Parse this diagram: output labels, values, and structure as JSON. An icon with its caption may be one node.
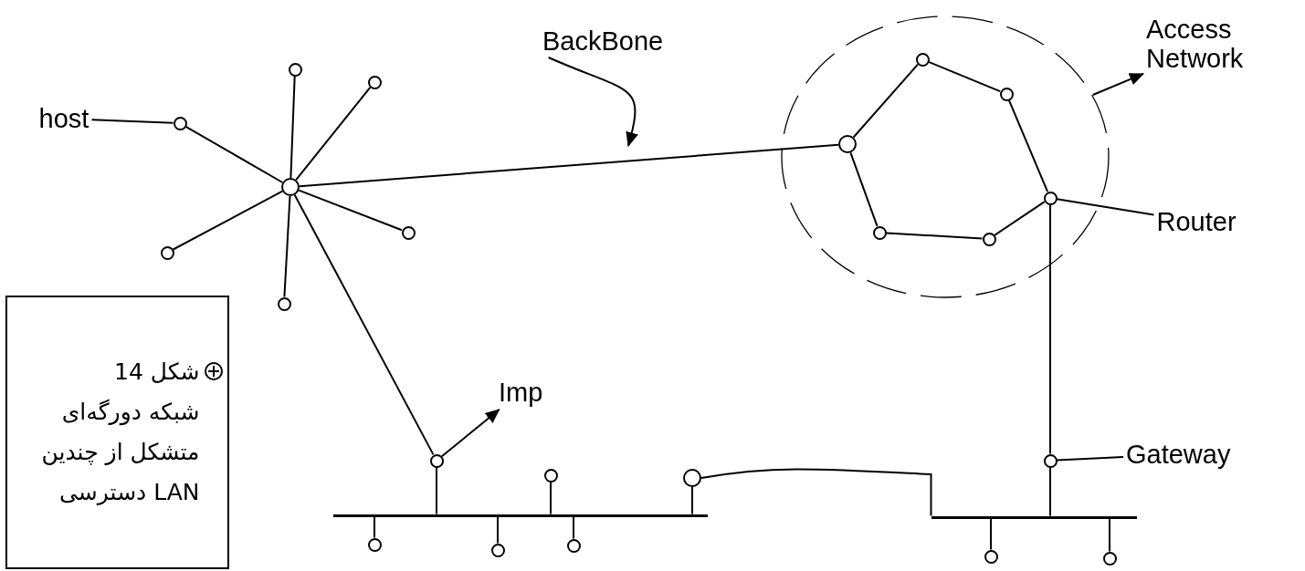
{
  "diagram": {
    "nodes": [
      {
        "text": [
          "host"
        ]
      },
      {
        "text": [],
        "shape": "circle"
      },
      {
        "text": [],
        "shape": "circle"
      },
      {
        "text": [],
        "shape": "circle"
      },
      {
        "text": [],
        "shape": "circle"
      },
      {
        "text": [],
        "shape": "circle"
      },
      {
        "text": [],
        "shape": "circle"
      },
      {
        "text": [],
        "shape": "circle"
      },
      {
        "text": [],
        "shape": "cloud"
      },
      {
        "text": [],
        "shape": "circle",
        "in": 8
      },
      {
        "text": [],
        "shape": "circle",
        "in": 8
      },
      {
        "text": [],
        "shape": "circle",
        "in": 8
      },
      {
        "text": [],
        "shape": "circle",
        "in": 8
      },
      {
        "text": [],
        "shape": "circle",
        "in": 8
      },
      {
        "text": [],
        "shape": "circle",
        "in": 8
      },
      {
        "text": [
          "Access Network"
        ]
      },
      {
        "text": [
          "Router"
        ]
      },
      {
        "text": [
          "BackBone"
        ]
      },
      {
        "text": [],
        "shape": "circle"
      },
      {
        "text": [
          "Imp"
        ]
      },
      {
        "text": [],
        "shape": "bar"
      },
      {
        "text": [],
        "shape": "circle"
      },
      {
        "text": [],
        "shape": "circle"
      },
      {
        "text": [],
        "shape": "circle"
      },
      {
        "text": [],
        "shape": "circle"
      },
      {
        "text": [],
        "shape": "circle"
      },
      {
        "text": [],
        "shape": "bar"
      },
      {
        "text": [],
        "shape": "circle"
      },
      {
        "text": [
          "Gateway"
        ]
      },
      {
        "text": [],
        "shape": "circle"
      },
      {
        "text": [],
        "shape": "circle"
      },
      {
        "text": [
          "شکل 14",
          "شبکه دورگه‌ای متشکل از چندین LAN دسترسی"
        ]
      }
    ],
    "edges": [
      {
        "from": 0,
        "to": 1,
        "arrow": "none"
      },
      {
        "from": 1,
        "to": 2,
        "arrow": "none"
      },
      {
        "from": 3,
        "to": 2,
        "arrow": "none"
      },
      {
        "from": 4,
        "to": 2,
        "arrow": "none"
      },
      {
        "from": 5,
        "to": 2,
        "arrow": "none"
      },
      {
        "from": 6,
        "to": 2,
        "arrow": "none"
      },
      {
        "from": 7,
        "to": 2,
        "arrow": "none"
      },
      {
        "from": 2,
        "to": 9,
        "arrow": "none"
      },
      {
        "from": 2,
        "to": 18,
        "arrow": "none"
      },
      {
        "from": 17,
        "to": null,
        "arrow": "to"
      },
      {
        "from": 9,
        "to": 10,
        "arrow": "none"
      },
      {
        "from": 10,
        "to": 11,
        "arrow": "none"
      },
      {
        "from": 11,
        "to": 12,
        "arrow": "none"
      },
      {
        "from": 12,
        "to": 13,
        "arrow": "none"
      },
      {
        "from": 13,
        "to": 14,
        "arrow": "none"
      },
      {
        "from": 14,
        "to": 9,
        "arrow": "none"
      },
      {
        "from": 8,
        "to": 15,
        "arrow": "to"
      },
      {
        "from": 16,
        "to": 12,
        "arrow": "none"
      },
      {
        "from": 12,
        "to": 27,
        "arrow": "none"
      },
      {
        "from": 28,
        "to": 27,
        "arrow": "none"
      },
      {
        "from": 27,
        "to": 26,
        "arrow": "none"
      },
      {
        "from": 18,
        "to": 19,
        "arrow": "to"
      },
      {
        "from": 18,
        "to": 20,
        "arrow": "none"
      },
      {
        "from": 21,
        "to": 20,
        "arrow": "none"
      },
      {
        "from": 22,
        "to": 20,
        "arrow": "none"
      },
      {
        "from": 23,
        "to": 20,
        "arrow": "none"
      },
      {
        "from": 24,
        "to": 20,
        "arrow": "none"
      },
      {
        "from": 25,
        "to": 20,
        "arrow": "none"
      },
      {
        "from": 25,
        "to": 26,
        "arrow": "none"
      },
      {
        "from": 29,
        "to": 26,
        "arrow": "none"
      },
      {
        "from": 30,
        "to": 26,
        "arrow": "none"
      }
    ]
  }
}
